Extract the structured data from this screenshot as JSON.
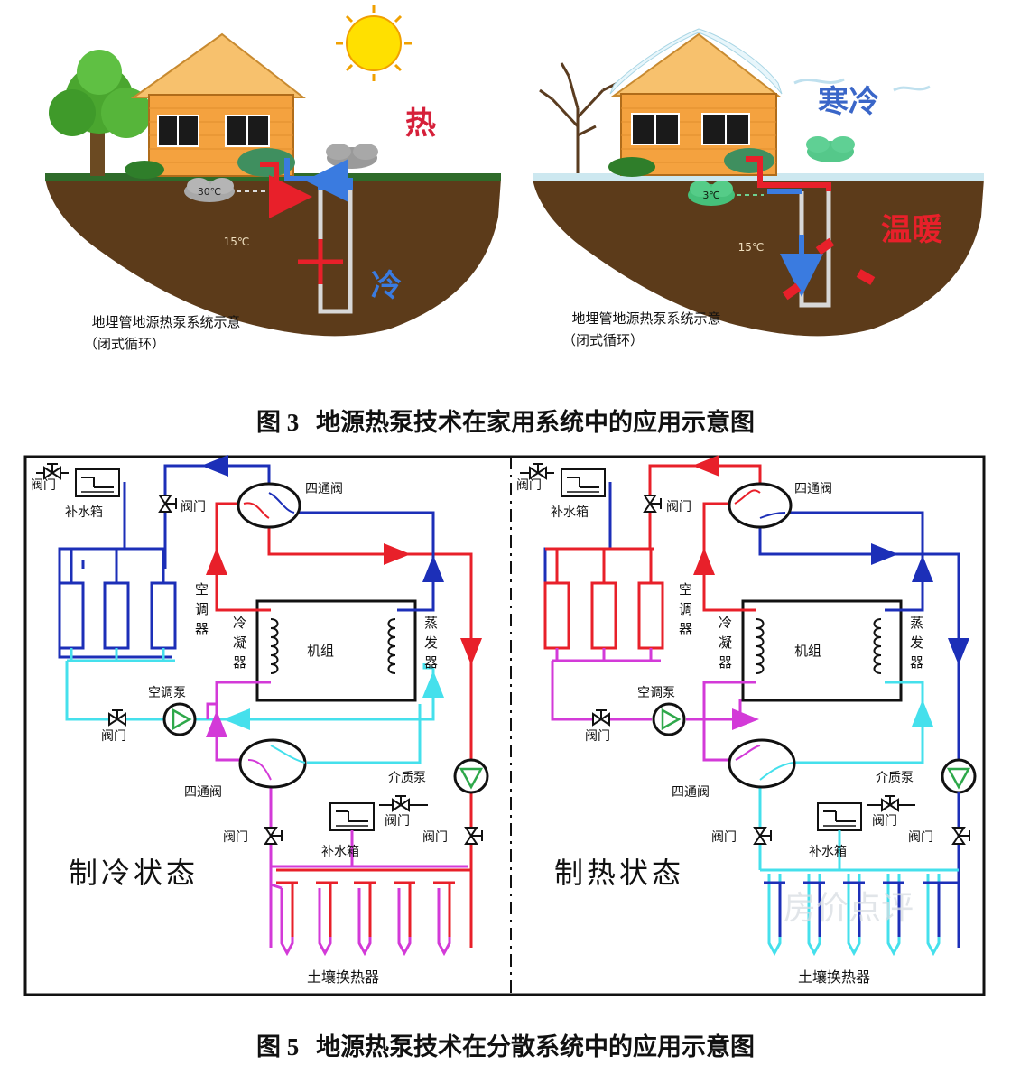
{
  "figure3": {
    "caption_num": "图 3",
    "caption_text": "地源热泵技术在家用系统中的应用示意图",
    "left_panel": {
      "hot_word": "热",
      "cold_word": "冷",
      "temp_air": "30℃",
      "temp_ground": "15℃",
      "note_line1": "地埋管地源热泵系统示意",
      "note_line2": "（闭式循环）"
    },
    "right_panel": {
      "cold_word": "寒冷",
      "warm_word": "温暖",
      "temp_air": "3℃",
      "temp_ground": "15℃",
      "note_line1": "地埋管地源热泵系统示意",
      "note_line2": "（闭式循环）"
    }
  },
  "figure5": {
    "caption_num": "图 5",
    "caption_text": "地源热泵技术在分散系统中的应用示意图",
    "watermark": "房价点评",
    "labels": {
      "valve": "阀门",
      "makeup_tank": "补水箱",
      "four_way_valve": "四通阀",
      "air_conditioner": "空调器",
      "condenser": "冷凝器",
      "unit": "机组",
      "evaporator": "蒸发器",
      "ac_pump": "空调泵",
      "medium_pump": "介质泵",
      "soil_exchanger": "土壤换热器"
    },
    "cooling_state": "制冷状态",
    "heating_state": "制热状态"
  },
  "colors": {
    "red": "#e8202a",
    "blue": "#1c2fb8",
    "cyan": "#45e0ec",
    "magenta": "#d33ad8",
    "soil": "#5c3b1a",
    "house_wall": "#f4a23f",
    "roof": "#f7c16d",
    "sun": "#ffe000"
  }
}
